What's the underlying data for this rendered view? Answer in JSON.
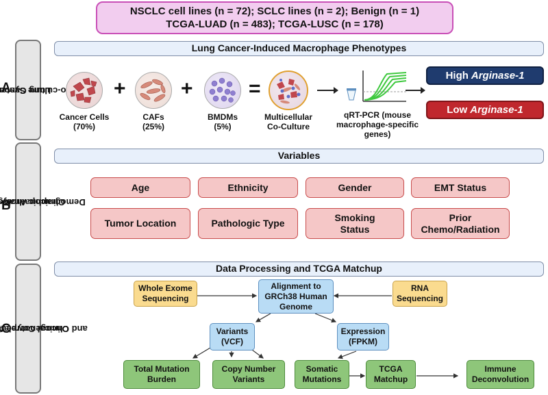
{
  "top": {
    "line1": "NSCLC cell lines (n = 72); SCLC lines (n = 2); Benign (n = 1)",
    "line2": "TCGA-LUAD (n = 483); TCGA-LUSC (n = 178)"
  },
  "sections": {
    "a": {
      "letter": "A",
      "tab_line1": "Lung Cancer",
      "tab_line2": "Co-culture System",
      "header": "Lung Cancer-Induced Macrophage Phenotypes",
      "cancer_l1": "Cancer Cells",
      "cancer_l2": "(70%)",
      "plus1": "+",
      "cafs_l1": "CAFs",
      "cafs_l2": "(25%)",
      "plus2": "+",
      "bmdm_l1": "BMDMs",
      "bmdm_l2": "(5%)",
      "equals": "=",
      "multi_l1": "Multicellular",
      "multi_l2": "Co-Culture",
      "qpcr_l1": "qRT-PCR (mouse",
      "qpcr_l2": "macrophage-specific",
      "qpcr_l3": "genes)",
      "high_prefix": "High",
      "high_gene": "Arginase-1",
      "low_prefix": "Low",
      "low_gene": "Arginase-1",
      "colors": {
        "high": "#1f3b6e",
        "low": "#c0272d"
      }
    },
    "b": {
      "letter": "B",
      "tab_line1": "Clinicopathologic and",
      "tab_line2": "Demographic Analysis",
      "header": "Variables",
      "row1": [
        "Age",
        "Ethnicity",
        "Gender",
        "EMT Status"
      ],
      "row2": [
        {
          "l1": "Tumor Location",
          "l2": ""
        },
        {
          "l1": "Pathologic Type",
          "l2": ""
        },
        {
          "l1": "Smoking",
          "l2": "Status"
        },
        {
          "l1": "Prior",
          "l2": "Chemo/Radiation"
        }
      ]
    },
    "c": {
      "letter": "C",
      "tab_line1": "Oncogenotype Analysis",
      "tab_line2": "and Clinical Correlation",
      "header": "Data Processing and TCGA Matchup",
      "wes_l1": "Whole Exome",
      "wes_l2": "Sequencing",
      "align_l1": "Alignment to",
      "align_l2": "GRCh38 Human",
      "align_l3": "Genome",
      "rna_l1": "RNA",
      "rna_l2": "Sequencing",
      "variants_l1": "Variants",
      "variants_l2": "(VCF)",
      "expr_l1": "Expression",
      "expr_l2": "(FPKM)",
      "tmb_l1": "Total Mutation",
      "tmb_l2": "Burden",
      "cnv_l1": "Copy Number",
      "cnv_l2": "Variants",
      "som_l1": "Somatic",
      "som_l2": "Mutations",
      "tcga_l1": "TCGA",
      "tcga_l2": "Matchup",
      "immune_l1": "Immune",
      "immune_l2": "Deconvolution"
    }
  }
}
